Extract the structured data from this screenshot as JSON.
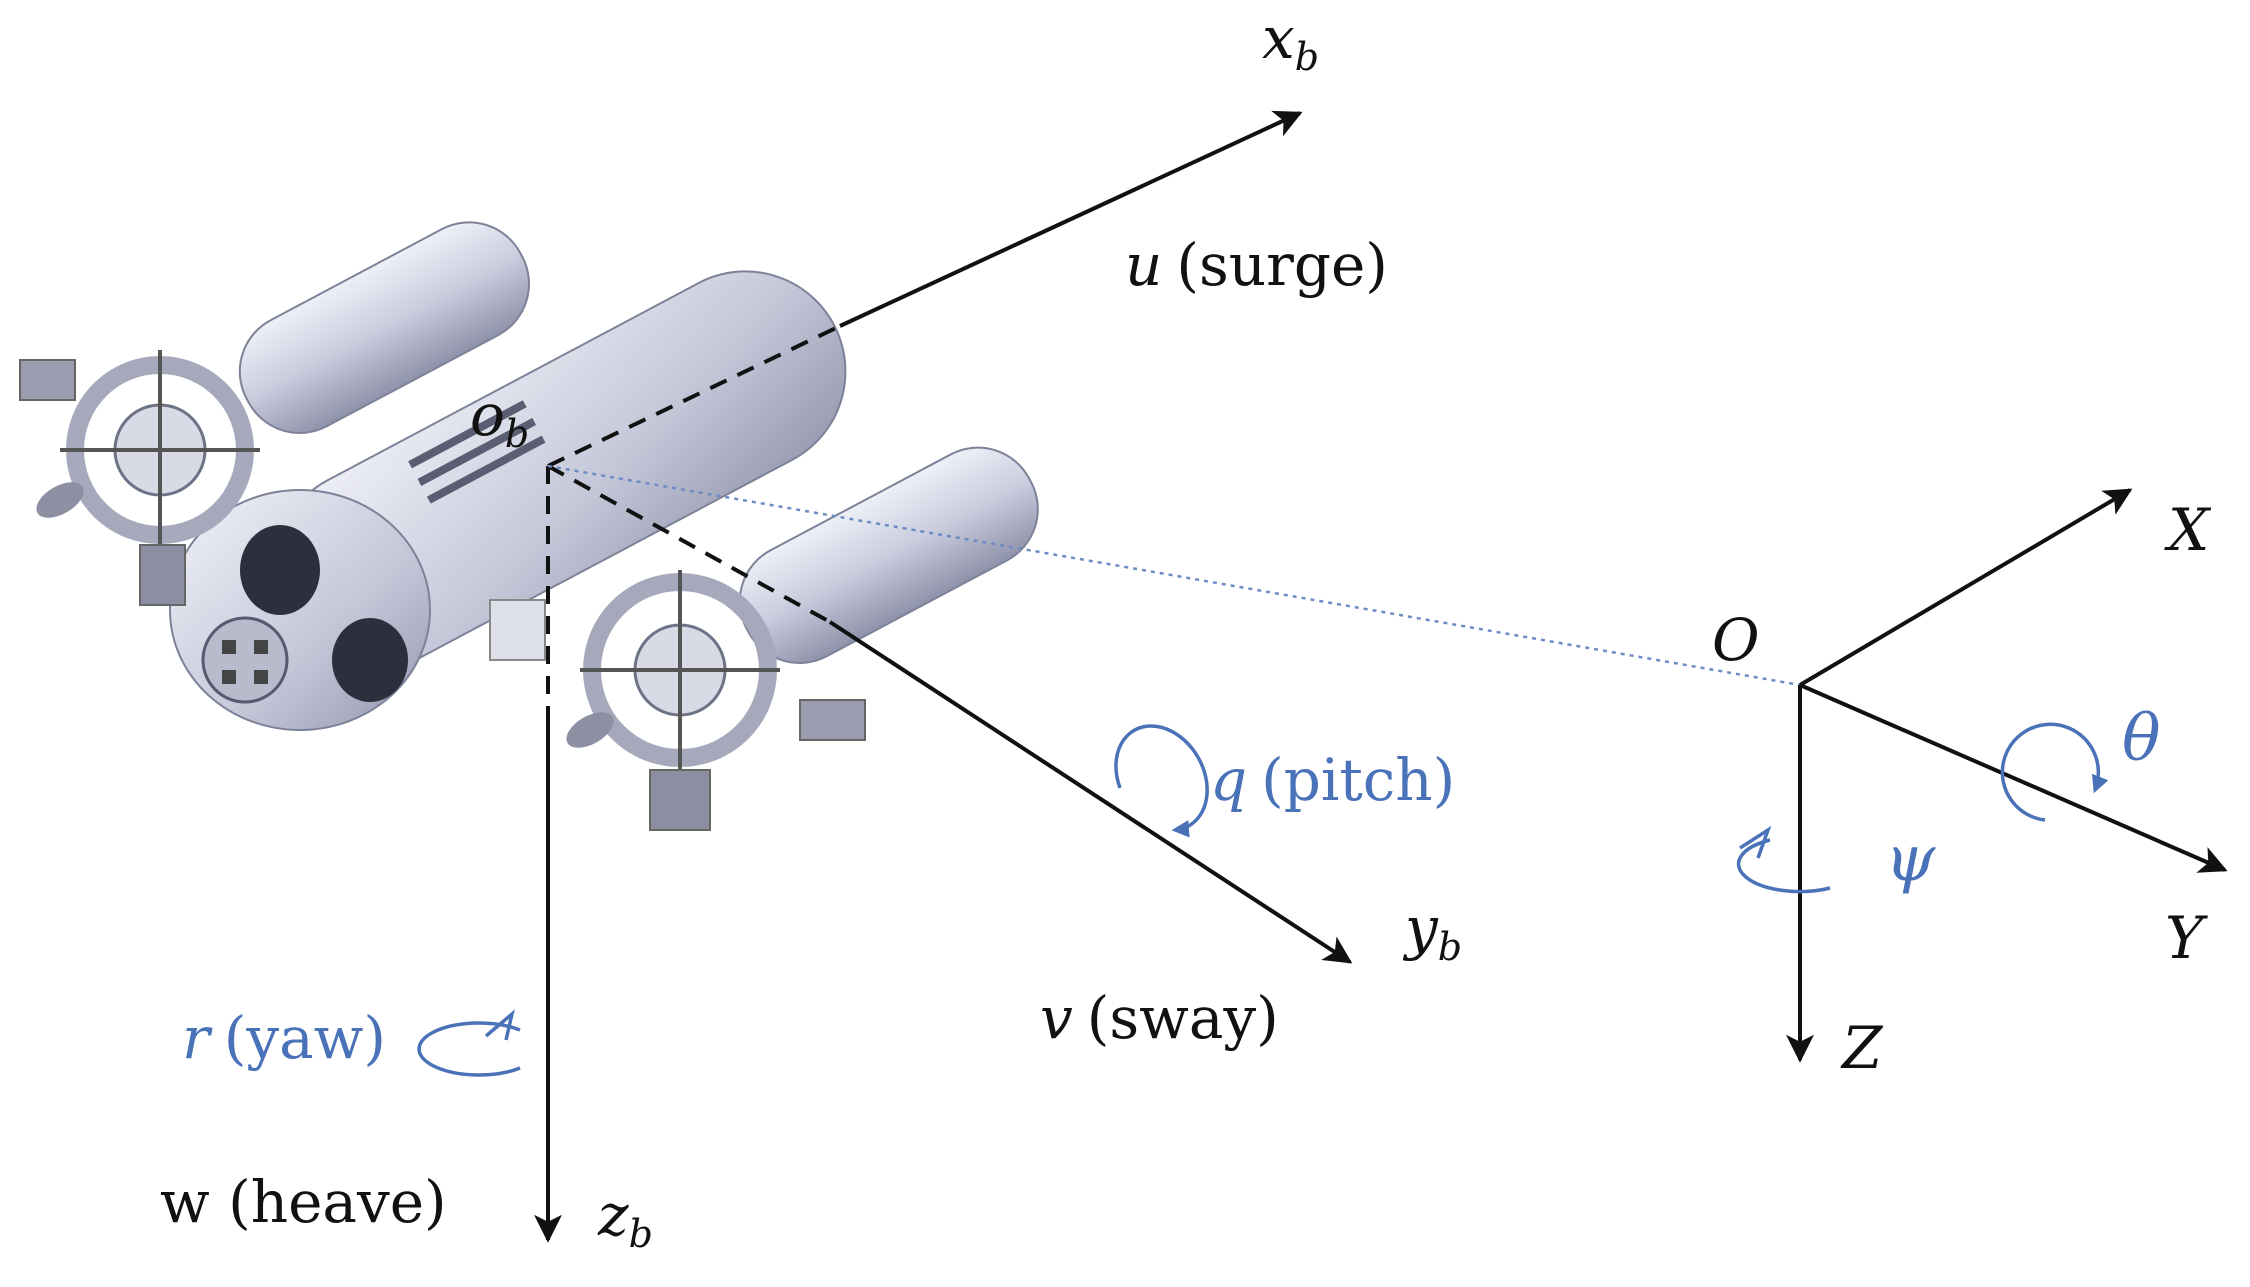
{
  "body_frame": {
    "origin": "o",
    "origin_sub": "b",
    "x_axis": "x",
    "x_sub": "b",
    "y_axis": "y",
    "y_sub": "b",
    "z_axis": "z",
    "z_sub": "b",
    "surge_symbol": "u",
    "surge_label": "(surge)",
    "sway_symbol": "v",
    "sway_label": "(sway)",
    "heave_label": "w (heave)",
    "pitch_symbol": "q",
    "pitch_label": "(pitch)",
    "yaw_symbol": "r",
    "yaw_label": "(yaw)"
  },
  "earth_frame": {
    "origin": "O",
    "x_axis": "X",
    "y_axis": "Y",
    "z_axis": "Z",
    "pitch_angle": "θ",
    "yaw_angle": "ψ"
  },
  "colors": {
    "axis": "#111111",
    "rotation": "#4a72b8",
    "vehicle_body": "#c9ccdd",
    "vehicle_shade": "#8f93aa",
    "dotted_link": "#6e8bc4"
  }
}
